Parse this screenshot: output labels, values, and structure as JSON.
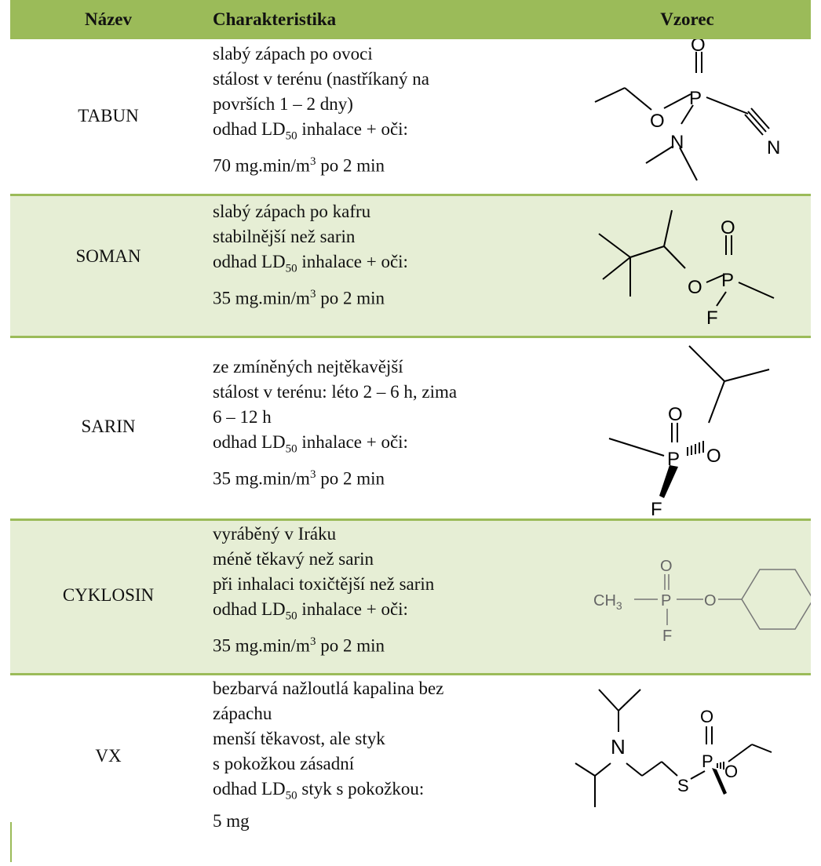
{
  "header": {
    "col_name": "Název",
    "col_desc": "Charakteristika",
    "col_formula": "Vzorec"
  },
  "rows": [
    {
      "name": "TABUN",
      "lines": {
        "l1": "slabý zápach po ovoci",
        "l2": "stálost v terénu (nastříkaný na",
        "l3": "površích 1 – 2 dny)",
        "l4a": "odhad LD",
        "l4sub": "50",
        "l4b": " inhalace + oči:",
        "l5a": "70 mg.min/m",
        "l5sup": "3",
        "l5b": " po 2 min"
      },
      "atoms": {
        "o_top": "O",
        "p": "P",
        "o": "O",
        "n": "N",
        "n2": "N"
      }
    },
    {
      "name": "SOMAN",
      "lines": {
        "l1": "slabý zápach po kafru",
        "l2": "stabilnější než sarin",
        "l3a": "odhad LD",
        "l3sub": "50",
        "l3b": " inhalace + oči:",
        "l4a": "35 mg.min/m",
        "l4sup": "3",
        "l4b": " po 2 min"
      },
      "atoms": {
        "o_top": "O",
        "p": "P",
        "o": "O",
        "f": "F"
      }
    },
    {
      "name": "SARIN",
      "lines": {
        "l1": "ze zmíněných nejtěkavější",
        "l2": "stálost v terénu: léto 2 – 6 h, zima",
        "l3": "6 – 12 h",
        "l4a": "odhad LD",
        "l4sub": "50",
        "l4b": " inhalace + oči:",
        "l5a": "35 mg.min/m",
        "l5sup": "3",
        "l5b": " po 2 min"
      },
      "atoms": {
        "o_top": "O",
        "p": "P",
        "o": "O",
        "f": "F"
      }
    },
    {
      "name": "CYKLOSIN",
      "lines": {
        "l1": "vyráběný v Iráku",
        "l2": "méně těkavý než sarin",
        "l3": "při inhalaci toxičtější než sarin",
        "l4a": "odhad LD",
        "l4sub": "50",
        "l4b": " inhalace + oči:",
        "l5a": "35 mg.min/m",
        "l5sup": "3",
        "l5b": " po 2 min"
      },
      "atoms": {
        "o_top": "O",
        "ch": "CH",
        "ch_sub": "3",
        "p": "P",
        "o": "O",
        "f": "F"
      }
    },
    {
      "name": "VX",
      "lines": {
        "l1": "bezbarvá nažloutlá kapalina bez",
        "l2": "zápachu",
        "l3": "menší těkavost, ale styk",
        "l4": "s pokožkou zásadní",
        "l5a": "odhad LD",
        "l5sub": "50",
        "l5b": " styk s pokožkou:",
        "l6": "5 mg"
      },
      "atoms": {
        "o_top": "O",
        "n": "N",
        "s": "S",
        "p": "P",
        "o": "O"
      }
    }
  ],
  "colors": {
    "header_bg": "#9bbb59",
    "shade_bg": "#e6eed5",
    "separator": "#9bbb59"
  }
}
